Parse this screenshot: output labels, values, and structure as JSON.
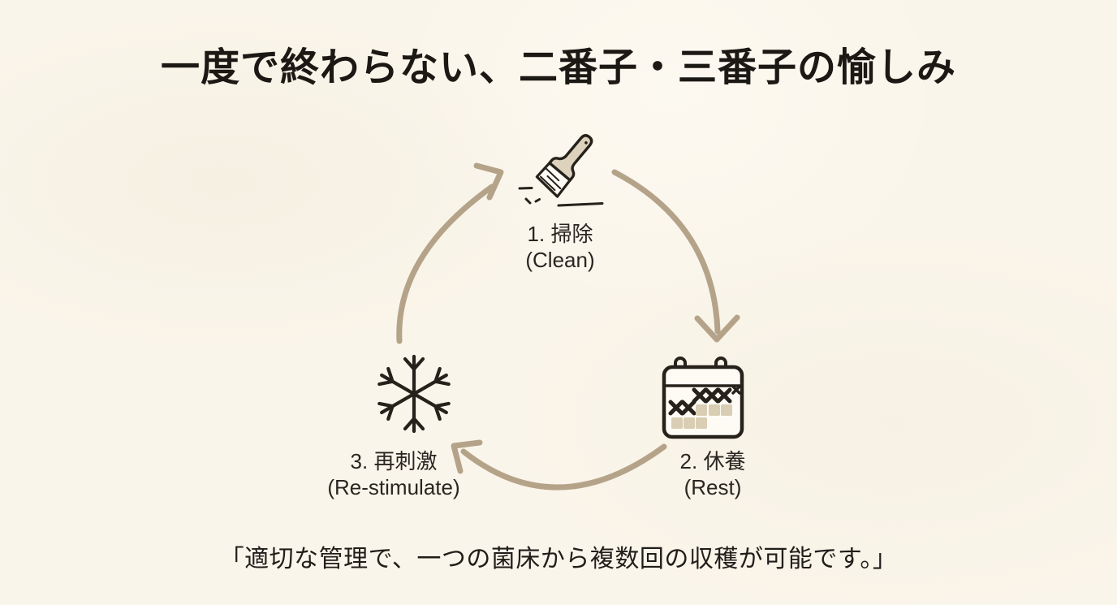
{
  "title": "一度で終わらない、二番子・三番子の愉しみ",
  "cycle": {
    "steps": [
      {
        "name": "clean",
        "icon": "brush-icon",
        "label_jp": "1. 掃除",
        "label_en": "(Clean)"
      },
      {
        "name": "rest",
        "icon": "calendar-icon",
        "label_jp": "2. 休養",
        "label_en": "(Rest)"
      },
      {
        "name": "restimulate",
        "icon": "snowflake-icon",
        "label_jp": "3. 再刺激",
        "label_en": "(Re-stimulate)"
      }
    ],
    "arrows": [
      {
        "from": "clean",
        "to": "rest"
      },
      {
        "from": "rest",
        "to": "restimulate"
      },
      {
        "from": "restimulate",
        "to": "clean"
      }
    ]
  },
  "quote": "「適切な管理で、一つの菌床から複数回の収穫が可能です。」",
  "colors": {
    "background": "#faf5ea",
    "title_text": "#1c1915",
    "label_text": "#2a2521",
    "arrow": "#b5a389",
    "icon_outline": "#26211b",
    "icon_fill_beige": "#ddd2bc",
    "icon_fill_cream": "#fdfbf4",
    "calendar_square": "#d9cdb4"
  }
}
